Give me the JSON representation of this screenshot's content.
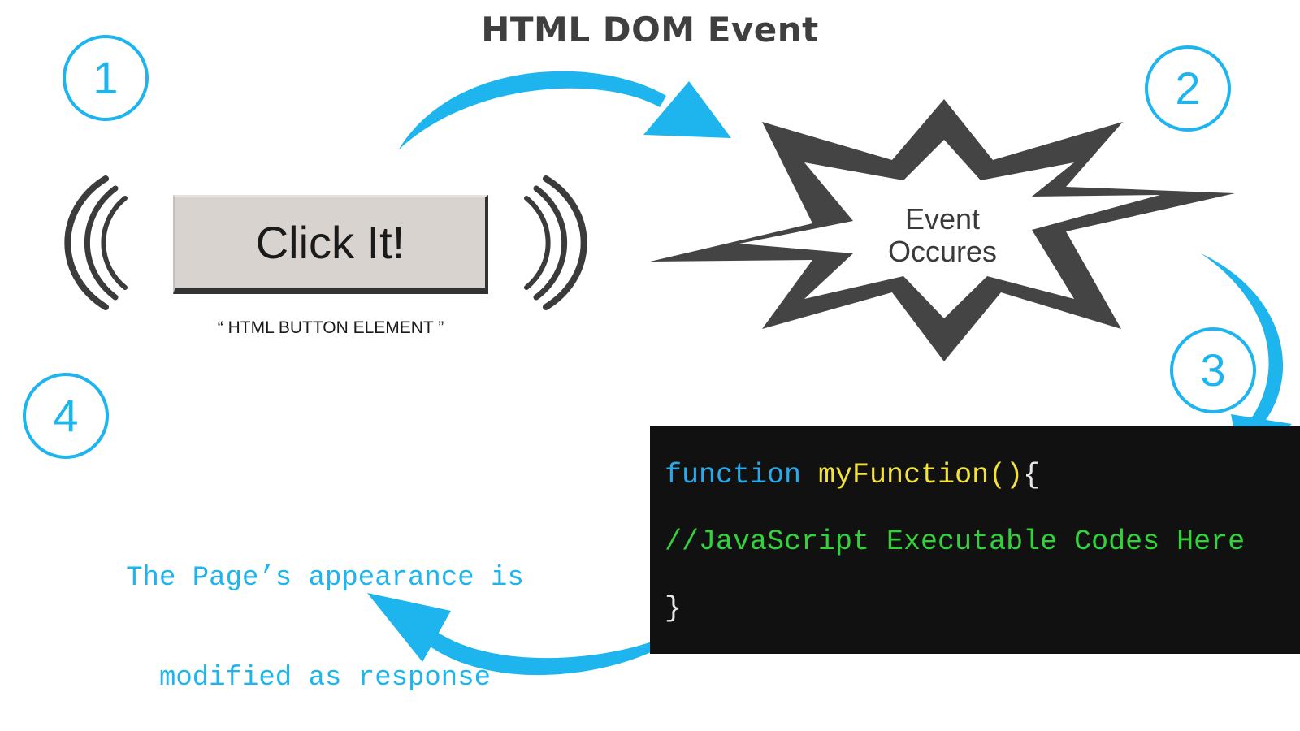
{
  "title": "HTML DOM Event",
  "steps": [
    "1",
    "2",
    "3",
    "4"
  ],
  "button": {
    "label": "Click It!",
    "caption": "“ HTML BUTTON ELEMENT ”"
  },
  "event": {
    "line1": "Event",
    "line2": "Occures"
  },
  "code": {
    "keyword": "function",
    "name": "myFunction",
    "parens": "()",
    "open_brace": "{",
    "comment": "//JavaScript Executable Codes Here",
    "close_brace": "}"
  },
  "response": {
    "line1": "The Page’s appearance is",
    "line2": "modified as response"
  },
  "colors": {
    "accent": "#1eb4ee",
    "starburst": "#444444",
    "code_bg": "#111111",
    "keyword": "#29a9e8",
    "function_name": "#f2e23c",
    "comment": "#33d23a"
  }
}
